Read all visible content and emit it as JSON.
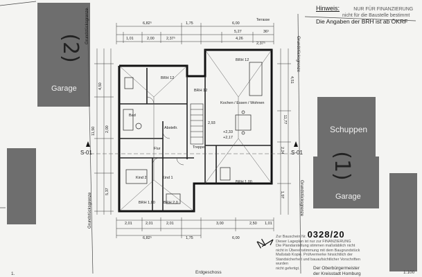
{
  "garages": {
    "left": {
      "label": "Garage",
      "number": "(2)"
    },
    "right": {
      "label": "Garage",
      "number": "(1)"
    },
    "shed": {
      "label": "Schuppen"
    }
  },
  "hinweis": {
    "title": "Hinweis:",
    "line1": "NUR FÜR FINANZIERUNG",
    "line2": "nicht für die Baustelle bestimmt",
    "line3": "Die Angaben der BRH ist ab ÖKRF"
  },
  "section_markers": {
    "left": "S-01",
    "right": "S-01"
  },
  "grundstuecksgrenze": "Grundstücksgrenze",
  "terrasse": "Terrasse",
  "rooms": [
    {
      "key": "brh12a",
      "name": "BRH 12"
    },
    {
      "key": "brh12b",
      "name": "BRH 12"
    },
    {
      "key": "brh12c",
      "name": "BRH 12"
    },
    {
      "key": "bath",
      "name": "Bad"
    },
    {
      "key": "kochen",
      "name": "Kochen / Essen / Wohnen"
    },
    {
      "key": "abstell",
      "name": "Abstellr."
    },
    {
      "key": "flur",
      "name": "Flur"
    },
    {
      "key": "kind1",
      "name": "Kind 1"
    },
    {
      "key": "kind2",
      "name": "Kind 2"
    },
    {
      "key": "brh1",
      "name": "BRH 1,00"
    },
    {
      "key": "brh2",
      "name": "BRH 1,00"
    },
    {
      "key": "brh3",
      "name": "BRH 2,0"
    },
    {
      "key": "treppe",
      "name": "Treppe"
    }
  ],
  "dims_top": [
    "6,82⁵",
    "1,75",
    "6,00",
    "5,27",
    "36⁵",
    "1,01",
    "2,00",
    "2,37⁵",
    "4,26",
    "2,37⁵"
  ],
  "dims_bottom": [
    "6,82⁵",
    "1,75",
    "6,00",
    "2,01",
    "2,01",
    "2,01",
    "3,00",
    "2,50",
    "1,01"
  ],
  "dims_left": [
    "11,50",
    "4,50",
    "5,37",
    "2,00"
  ],
  "dims_right": [
    "11,77",
    "4,51",
    "2,24",
    "1,97"
  ],
  "dims_inner": [
    "2,93",
    "+2,33",
    "+2,17"
  ],
  "stamp": {
    "line1": "Zur Bauschein Nr.",
    "number": "0328/20",
    "line2": "Dieser Lageplan ist nur zur FINANZIERUNG",
    "line3": "Die Plandarstellung stimmen maßstäblich nicht",
    "line4": "nicht in Übereinstimmung mit dem Baugrundstück",
    "line5": "Maßstab Kopie. Prüfvermerke hinsichtlich der",
    "line6": "Standsicherheit und bauaufsichtlicher Vorschriften wurden",
    "line7": "nicht gefertigt.",
    "footer1": "Der Oberbürgermeister",
    "footer2": "der Kreisstadt Homburg"
  },
  "footer": {
    "page": "1.",
    "floor": "Erdgeschoss",
    "scale": "1:100"
  },
  "north": "N"
}
